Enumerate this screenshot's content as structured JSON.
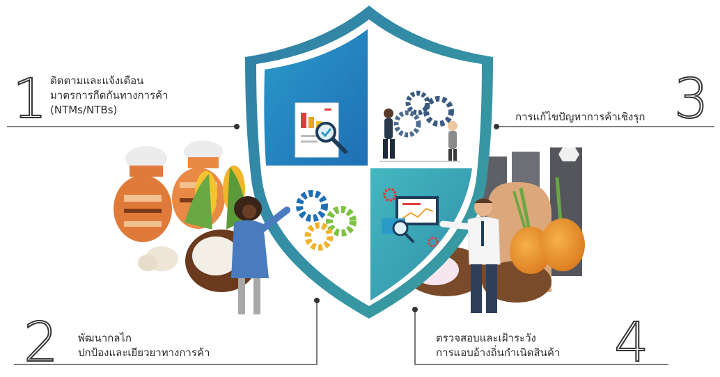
{
  "items": [
    {
      "number": "1",
      "lines": [
        "ติดตามและแจ้งเตือน",
        "มาตรการกีดกันทางการค้า",
        "(NTMs/NTBs)"
      ]
    },
    {
      "number": "2",
      "lines": [
        "พัฒนากลไก",
        "ปกป้องและเยียวยาทางการค้า"
      ]
    },
    {
      "number": "3",
      "lines": [
        "การแก้ไขปัญหาการค้าเชิงรุก"
      ]
    },
    {
      "number": "4",
      "lines": [
        "ตรวจสอบและเฝ้าระวัง",
        "การแอบอ้างถิ่นกำเนิดสินค้า"
      ]
    }
  ],
  "colors": {
    "shield_outer": "#2e8fb0",
    "shield_inner_blue": "#1f7fc4",
    "shield_inner_teal": "#3aa7b4",
    "line": "#333333"
  },
  "icons": [
    "report-magnifier-icon",
    "gears-team-icon",
    "colored-gears-icon",
    "analytics-screen-icon",
    "rice-pot-icon",
    "corn-icon",
    "coconut-icon",
    "garlic-icon",
    "onion-icon",
    "cassava-icon",
    "steel-bar-icon",
    "sack-icon"
  ]
}
